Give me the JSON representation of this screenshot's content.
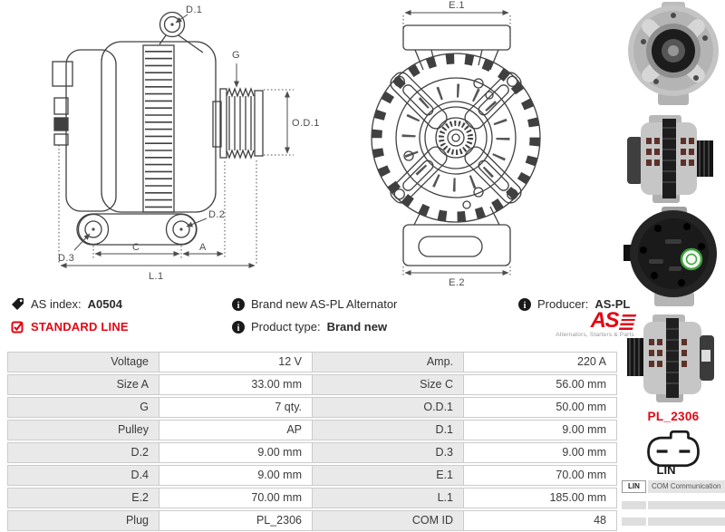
{
  "colors": {
    "accent_red": "#e30613",
    "drawing_stroke": "#404040",
    "label_cell_bg": "#e9e9e9",
    "cell_border": "#cbcbcb",
    "body_text": "#3a3a3a"
  },
  "side_drawing": {
    "labels": {
      "d1": "D.1",
      "g": "G",
      "od1": "O.D.1",
      "d2": "D.2",
      "d3": "D.3",
      "c": "C",
      "a": "A",
      "l1": "L.1"
    }
  },
  "front_drawing": {
    "labels": {
      "e1": "E.1",
      "e2": "E.2"
    }
  },
  "info": {
    "as_index_label": "AS index:",
    "as_index_value": "A0504",
    "line_badge": "STANDARD LINE",
    "brand_new": "Brand new AS-PL Alternator",
    "product_type_label": "Product type:",
    "product_type_value": "Brand new",
    "producer_label": "Producer:",
    "producer_value": "AS-PL",
    "logo_text": "AS",
    "logo_caption": "Alternators, Starters & Parts"
  },
  "specs": {
    "rows": [
      {
        "l1": "Voltage",
        "v1": "12 V",
        "l2": "Amp.",
        "v2": "220 A"
      },
      {
        "l1": "Size A",
        "v1": "33.00 mm",
        "l2": "Size C",
        "v2": "56.00 mm"
      },
      {
        "l1": "G",
        "v1": "7 qty.",
        "l2": "O.D.1",
        "v2": "50.00 mm"
      },
      {
        "l1": "Pulley",
        "v1": "AP",
        "l2": "D.1",
        "v2": "9.00 mm"
      },
      {
        "l1": "D.2",
        "v1": "9.00 mm",
        "l2": "D.3",
        "v2": "9.00 mm"
      },
      {
        "l1": "D.4",
        "v1": "9.00 mm",
        "l2": "E.1",
        "v2": "70.00 mm"
      },
      {
        "l1": "E.2",
        "v1": "70.00 mm",
        "l2": "L.1",
        "v2": "185.00 mm"
      },
      {
        "l1": "Plug",
        "v1": "PL_2306",
        "l2": "COM ID",
        "v2": "48"
      }
    ]
  },
  "plug_panel": {
    "ref": "PL_2306",
    "type": "LIN"
  },
  "com_table": {
    "c1": "LIN",
    "c2": "COM Communication"
  }
}
